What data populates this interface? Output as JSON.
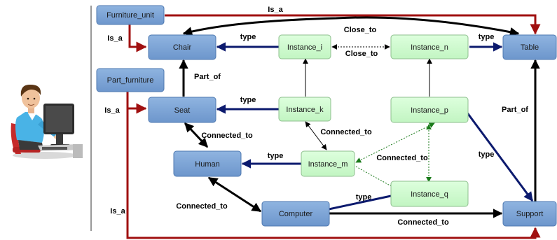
{
  "colors": {
    "class_fill": "#7ea6d6",
    "class_stroke": "#4f79b0",
    "instance_fill": "#ccffcc",
    "instance_stroke": "#8fbf8f",
    "is_a": "#a01010",
    "type": "#0c1a6e",
    "relation": "#000000",
    "instance_relation": "#1a7a1a"
  },
  "icon": "user-at-computer-icon",
  "classes": {
    "furniture_unit": "Furniture_unit",
    "part_furniture": "Part_furniture",
    "chair": "Chair",
    "seat": "Seat",
    "human": "Human",
    "computer": "Computer",
    "table": "Table",
    "support": "Support"
  },
  "instances": {
    "i": "Instance_i",
    "n": "Instance_n",
    "k": "Instance_k",
    "p": "Instance_p",
    "m": "Instance_m",
    "q": "Instance_q"
  },
  "edge_labels": {
    "is_a_top": "Is_a",
    "is_a_chair": "Is_a",
    "is_a_seat": "Is_a",
    "is_a_bottom": "Is_a",
    "close_to_top": "Close_to",
    "close_to_inst": "Close_to",
    "type_chair": "type",
    "type_table": "type",
    "type_seat": "type",
    "type_human": "type",
    "type_computer": "type",
    "type_support": "type",
    "part_of_seat": "Part_of",
    "part_of_support": "Part_of",
    "connected_seat_human": "Connected_to",
    "connected_k_m": "Connected_to",
    "connected_m_pq": "Connected_to",
    "connected_human_computer": "Connected_to",
    "connected_computer_support": "Connected_to"
  }
}
